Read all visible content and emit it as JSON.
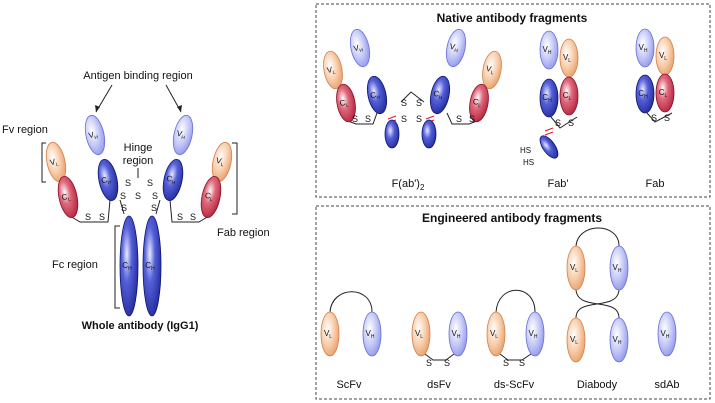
{
  "left": {
    "antigen_binding_region": "Antigen binding region",
    "fv_region": "Fv region",
    "hinge_region": [
      "Hinge",
      "region"
    ],
    "fab_region": "Fab region",
    "fc_region": "Fc region",
    "whole_antibody": "Whole antibody (IgG1)"
  },
  "native": {
    "title": "Native antibody fragments",
    "f_ab2": "F(ab')",
    "f_ab2_sub": "2",
    "fab_prime": "Fab'",
    "fab": "Fab"
  },
  "engineered": {
    "title": "Engineered antibody fragments",
    "items": [
      "ScFv",
      "dsFv",
      "ds-ScFv",
      "Diabody",
      "sdAb"
    ]
  },
  "domains": {
    "v": "V",
    "c": "C",
    "l": "L",
    "h": "H"
  },
  "bond": "S",
  "thiol": "HS",
  "colors": {
    "heavy_variable": "#9aa0ef",
    "heavy_constant": "#1f2aa8",
    "light_variable": "#f1a878",
    "light_constant": "#c41f3a"
  }
}
